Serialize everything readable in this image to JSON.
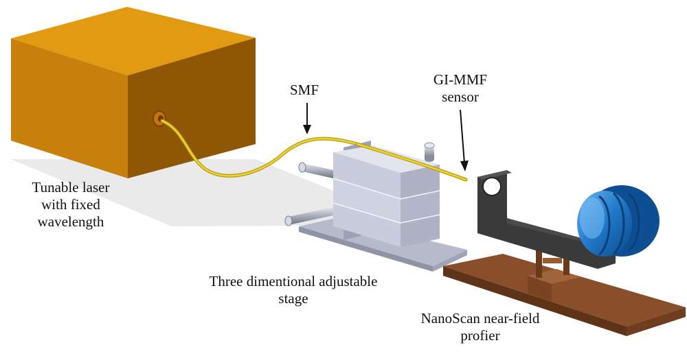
{
  "labels": {
    "laser": {
      "line1": "Tunable laser",
      "line2": "with fixed",
      "line3": "wavelength"
    },
    "smf": "SMF",
    "gimmf": {
      "line1": "GI-MMF",
      "line2": "sensor"
    },
    "stage": {
      "line1": "Three dimentional adjustable",
      "line2": "stage"
    },
    "nanoscan": {
      "line1": "NanoScan near-field",
      "line2": "profier"
    }
  },
  "colors": {
    "laser_front": "#c8800c",
    "laser_top": "#e39a13",
    "laser_side": "#8f5606",
    "fiber": "#e5c61a",
    "stage_metal": "#c9ccdc",
    "bracket": "#3a3a3a",
    "detector": "#1f78c8",
    "wood": "#8a4f2a"
  }
}
